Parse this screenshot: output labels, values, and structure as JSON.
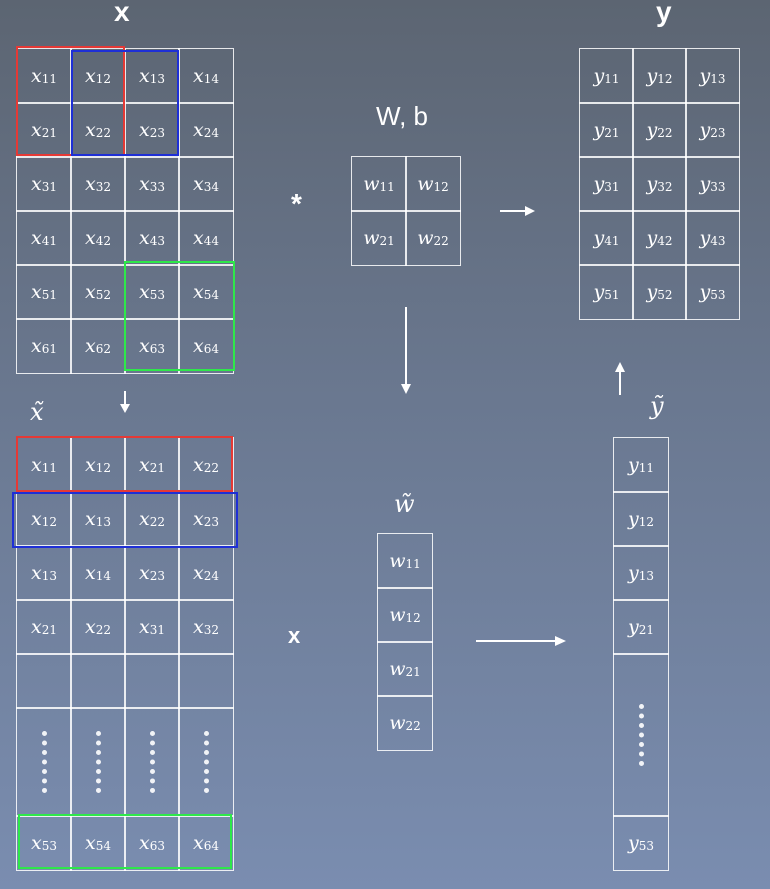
{
  "titles": {
    "x": "x",
    "y": "y",
    "wb": "W, b",
    "conv_op": "*",
    "mult_op": "x"
  },
  "tildes": {
    "x": "x̃",
    "w": "w̃",
    "y": "ỹ"
  },
  "x_matrix": [
    [
      [
        "x",
        "11"
      ],
      [
        "x",
        "12"
      ],
      [
        "x",
        "13"
      ],
      [
        "x",
        "14"
      ]
    ],
    [
      [
        "x",
        "21"
      ],
      [
        "x",
        "22"
      ],
      [
        "x",
        "23"
      ],
      [
        "x",
        "24"
      ]
    ],
    [
      [
        "x",
        "31"
      ],
      [
        "x",
        "32"
      ],
      [
        "x",
        "33"
      ],
      [
        "x",
        "34"
      ]
    ],
    [
      [
        "x",
        "41"
      ],
      [
        "x",
        "42"
      ],
      [
        "x",
        "43"
      ],
      [
        "x",
        "44"
      ]
    ],
    [
      [
        "x",
        "51"
      ],
      [
        "x",
        "52"
      ],
      [
        "x",
        "53"
      ],
      [
        "x",
        "54"
      ]
    ],
    [
      [
        "x",
        "61"
      ],
      [
        "x",
        "62"
      ],
      [
        "x",
        "63"
      ],
      [
        "x",
        "64"
      ]
    ]
  ],
  "w_matrix": [
    [
      [
        "w",
        "11"
      ],
      [
        "w",
        "12"
      ]
    ],
    [
      [
        "w",
        "21"
      ],
      [
        "w",
        "22"
      ]
    ]
  ],
  "y_matrix": [
    [
      [
        "y",
        "11"
      ],
      [
        "y",
        "12"
      ],
      [
        "y",
        "13"
      ]
    ],
    [
      [
        "y",
        "21"
      ],
      [
        "y",
        "22"
      ],
      [
        "y",
        "23"
      ]
    ],
    [
      [
        "y",
        "31"
      ],
      [
        "y",
        "32"
      ],
      [
        "y",
        "33"
      ]
    ],
    [
      [
        "y",
        "41"
      ],
      [
        "y",
        "42"
      ],
      [
        "y",
        "43"
      ]
    ],
    [
      [
        "y",
        "51"
      ],
      [
        "y",
        "52"
      ],
      [
        "y",
        "53"
      ]
    ]
  ],
  "x_tilde_matrix": [
    [
      [
        "x",
        "11"
      ],
      [
        "x",
        "12"
      ],
      [
        "x",
        "21"
      ],
      [
        "x",
        "22"
      ]
    ],
    [
      [
        "x",
        "12"
      ],
      [
        "x",
        "13"
      ],
      [
        "x",
        "22"
      ],
      [
        "x",
        "23"
      ]
    ],
    [
      [
        "x",
        "13"
      ],
      [
        "x",
        "14"
      ],
      [
        "x",
        "23"
      ],
      [
        "x",
        "24"
      ]
    ],
    [
      [
        "x",
        "21"
      ],
      [
        "x",
        "22"
      ],
      [
        "x",
        "31"
      ],
      [
        "x",
        "32"
      ]
    ],
    [
      [
        "",
        ""
      ],
      [
        "",
        ""
      ],
      [
        "",
        ""
      ],
      [
        "",
        ""
      ]
    ],
    [
      [
        "dots",
        ""
      ],
      [
        "dots",
        ""
      ],
      [
        "dots",
        ""
      ],
      [
        "dots",
        ""
      ]
    ],
    [
      [
        "x",
        "53"
      ],
      [
        "x",
        "54"
      ],
      [
        "x",
        "63"
      ],
      [
        "x",
        "64"
      ]
    ]
  ],
  "w_tilde_vector": [
    [
      "w",
      "11"
    ],
    [
      "w",
      "12"
    ],
    [
      "w",
      "21"
    ],
    [
      "w",
      "22"
    ]
  ],
  "y_tilde_vector": [
    [
      "y",
      "11"
    ],
    [
      "y",
      "12"
    ],
    [
      "y",
      "13"
    ],
    [
      "y",
      "21"
    ],
    [
      "dots",
      ""
    ],
    [
      "y",
      "53"
    ]
  ],
  "colors": {
    "red": "#e53935",
    "blue": "#1e2fd6",
    "green": "#2ee84a",
    "line": "#ffffff"
  }
}
